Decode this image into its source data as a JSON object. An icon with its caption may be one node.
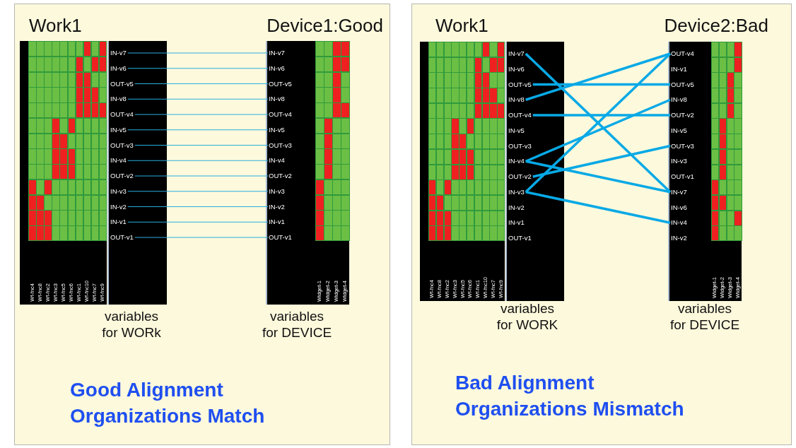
{
  "diagram": {
    "nodes": [
      {
        "text": [
          "Good Alignment Organizations Match"
        ]
      },
      {
        "text": [
          "Wf-fnc4",
          "Wf-fnc8",
          "Wf-fnc2",
          "Wf-fnc3",
          "Wf-fnc5",
          "Wf-fnc6",
          "Wf-fnc1",
          "Wf-fnc10",
          "Wf-fnc7",
          "Wf-fnc9"
        ],
        "in": 0
      },
      {
        "text": [
          "variables for WORk"
        ],
        "in": 0
      },
      {
        "text": [
          "IN-v7"
        ],
        "in": 2
      },
      {
        "text": [
          "IN-v6"
        ],
        "in": 2
      },
      {
        "text": [
          "OUT-v5"
        ],
        "in": 2
      },
      {
        "text": [
          "IN-v8"
        ],
        "in": 2
      },
      {
        "text": [
          "OUT-v4"
        ],
        "in": 2
      },
      {
        "text": [
          "IN-v5"
        ],
        "in": 2
      },
      {
        "text": [
          "OUT-v3"
        ],
        "in": 2
      },
      {
        "text": [
          "IN-v4"
        ],
        "in": 2
      },
      {
        "text": [
          "OUT-v2"
        ],
        "in": 2
      },
      {
        "text": [
          "IN-v3"
        ],
        "in": 2
      },
      {
        "text": [
          "IN-v2"
        ],
        "in": 2
      },
      {
        "text": [
          "IN-v1"
        ],
        "in": 2
      },
      {
        "text": [
          "OUT-v1"
        ],
        "in": 2
      },
      {
        "text": [
          "variables for DEVICE"
        ],
        "in": 0
      },
      {
        "text": [
          "IN-v7"
        ],
        "in": 16
      },
      {
        "text": [
          "IN-v6"
        ],
        "in": 16
      },
      {
        "text": [
          "OUT-v5"
        ],
        "in": 16
      },
      {
        "text": [
          "IN-v8"
        ],
        "in": 16
      },
      {
        "text": [
          "OUT-v4"
        ],
        "in": 16
      },
      {
        "text": [
          "IN-v5"
        ],
        "in": 16
      },
      {
        "text": [
          "OUT-v3"
        ],
        "in": 16
      },
      {
        "text": [
          "IN-v4"
        ],
        "in": 16
      },
      {
        "text": [
          "OUT-v2"
        ],
        "in": 16
      },
      {
        "text": [
          "IN-v3"
        ],
        "in": 16
      },
      {
        "text": [
          "IN-v2"
        ],
        "in": 16
      },
      {
        "text": [
          "IN-v1"
        ],
        "in": 16
      },
      {
        "text": [
          "OUT-v1"
        ],
        "in": 16
      },
      {
        "text": [
          "Widget-1",
          "Widget-2",
          "Widget-3",
          "Widget-4"
        ],
        "in": 0
      },
      {
        "text": [
          "Bad Alignment Organizations Mismatch"
        ]
      },
      {
        "text": [
          "Wf-fnc4",
          "Wf-fnc8",
          "Wf-fnc2",
          "Wf-fnc3",
          "Wf-fnc5",
          "Wf-fnc6",
          "Wf-fnc1",
          "Wf-fnc10",
          "Wf-fnc7",
          "Wf-fnc9"
        ],
        "in": 31
      },
      {
        "text": [
          "variables for WORK"
        ],
        "in": 31
      },
      {
        "text": [
          "IN-v7"
        ],
        "in": 33
      },
      {
        "text": [
          "IN-v6"
        ],
        "in": 33
      },
      {
        "text": [
          "OUT-v5"
        ],
        "in": 33
      },
      {
        "text": [
          "IN-v8"
        ],
        "in": 33
      },
      {
        "text": [
          "OUT-v4"
        ],
        "in": 33
      },
      {
        "text": [
          "IN-v5"
        ],
        "in": 33
      },
      {
        "text": [
          "OUT-v3"
        ],
        "in": 33
      },
      {
        "text": [
          "IN-v4"
        ],
        "in": 33
      },
      {
        "text": [
          "OUT-v2"
        ],
        "in": 33
      },
      {
        "text": [
          "IN-v3"
        ],
        "in": 33
      },
      {
        "text": [
          "IN-v2"
        ],
        "in": 33
      },
      {
        "text": [
          "IN-v1"
        ],
        "in": 33
      },
      {
        "text": [
          "OUT-v1"
        ],
        "in": 33
      },
      {
        "text": [
          "variables for DEVICE"
        ],
        "in": 31
      },
      {
        "text": [
          "OUT-v4"
        ],
        "in": 47
      },
      {
        "text": [
          "IN-v1"
        ],
        "in": 47
      },
      {
        "text": [
          "OUT-v5"
        ],
        "in": 47
      },
      {
        "text": [
          "IN-v8"
        ],
        "in": 47
      },
      {
        "text": [
          "OUT-v2"
        ],
        "in": 47
      },
      {
        "text": [
          "IN-v5"
        ],
        "in": 47
      },
      {
        "text": [
          "OUT-v3"
        ],
        "in": 47
      },
      {
        "text": [
          "IN-v3"
        ],
        "in": 47
      },
      {
        "text": [
          "OUT-v1"
        ],
        "in": 47
      },
      {
        "text": [
          "IN-v7"
        ],
        "in": 47
      },
      {
        "text": [
          "IN-v6"
        ],
        "in": 47
      },
      {
        "text": [
          "IN-v4"
        ],
        "in": 47
      },
      {
        "text": [
          "IN-v2"
        ],
        "in": 47
      },
      {
        "text": [
          "Widget-1",
          "Widget-2",
          "Widget-3",
          "Widget-4"
        ],
        "in": 31
      }
    ],
    "labels": [
      "Work1",
      "Device1:Good",
      "Work1",
      "Device2:Bad"
    ],
    "edges": [
      {
        "from": 3,
        "to": 17,
        "arrow": "none"
      },
      {
        "from": 4,
        "to": 18,
        "arrow": "none"
      },
      {
        "from": 5,
        "to": 19,
        "arrow": "none"
      },
      {
        "from": 6,
        "to": 20,
        "arrow": "none"
      },
      {
        "from": 7,
        "to": 21,
        "arrow": "none"
      },
      {
        "from": 8,
        "to": 22,
        "arrow": "none"
      },
      {
        "from": 9,
        "to": 23,
        "arrow": "none"
      },
      {
        "from": 10,
        "to": 24,
        "arrow": "none"
      },
      {
        "from": 11,
        "to": 25,
        "arrow": "none"
      },
      {
        "from": 12,
        "to": 26,
        "arrow": "none"
      },
      {
        "from": 13,
        "to": 27,
        "arrow": "none"
      },
      {
        "from": 14,
        "to": 28,
        "arrow": "none"
      },
      {
        "from": 15,
        "to": 29,
        "arrow": "none"
      },
      {
        "from": 34,
        "to": 57,
        "arrow": "none",
        "style": "thick"
      },
      {
        "from": 36,
        "to": 50,
        "arrow": "none",
        "style": "thick"
      },
      {
        "from": 37,
        "to": 48,
        "arrow": "none",
        "style": "thick"
      },
      {
        "from": 38,
        "to": 52,
        "arrow": "none",
        "style": "thick"
      },
      {
        "from": 41,
        "to": 51,
        "arrow": "none",
        "style": "thick"
      },
      {
        "from": 41,
        "to": 57,
        "arrow": "none",
        "style": "thick"
      },
      {
        "from": 42,
        "to": 54,
        "arrow": "none",
        "style": "thick"
      },
      {
        "from": 43,
        "to": 48,
        "arrow": "none",
        "style": "thick"
      },
      {
        "from": 43,
        "to": 59,
        "arrow": "none",
        "style": "thick"
      }
    ]
  }
}
